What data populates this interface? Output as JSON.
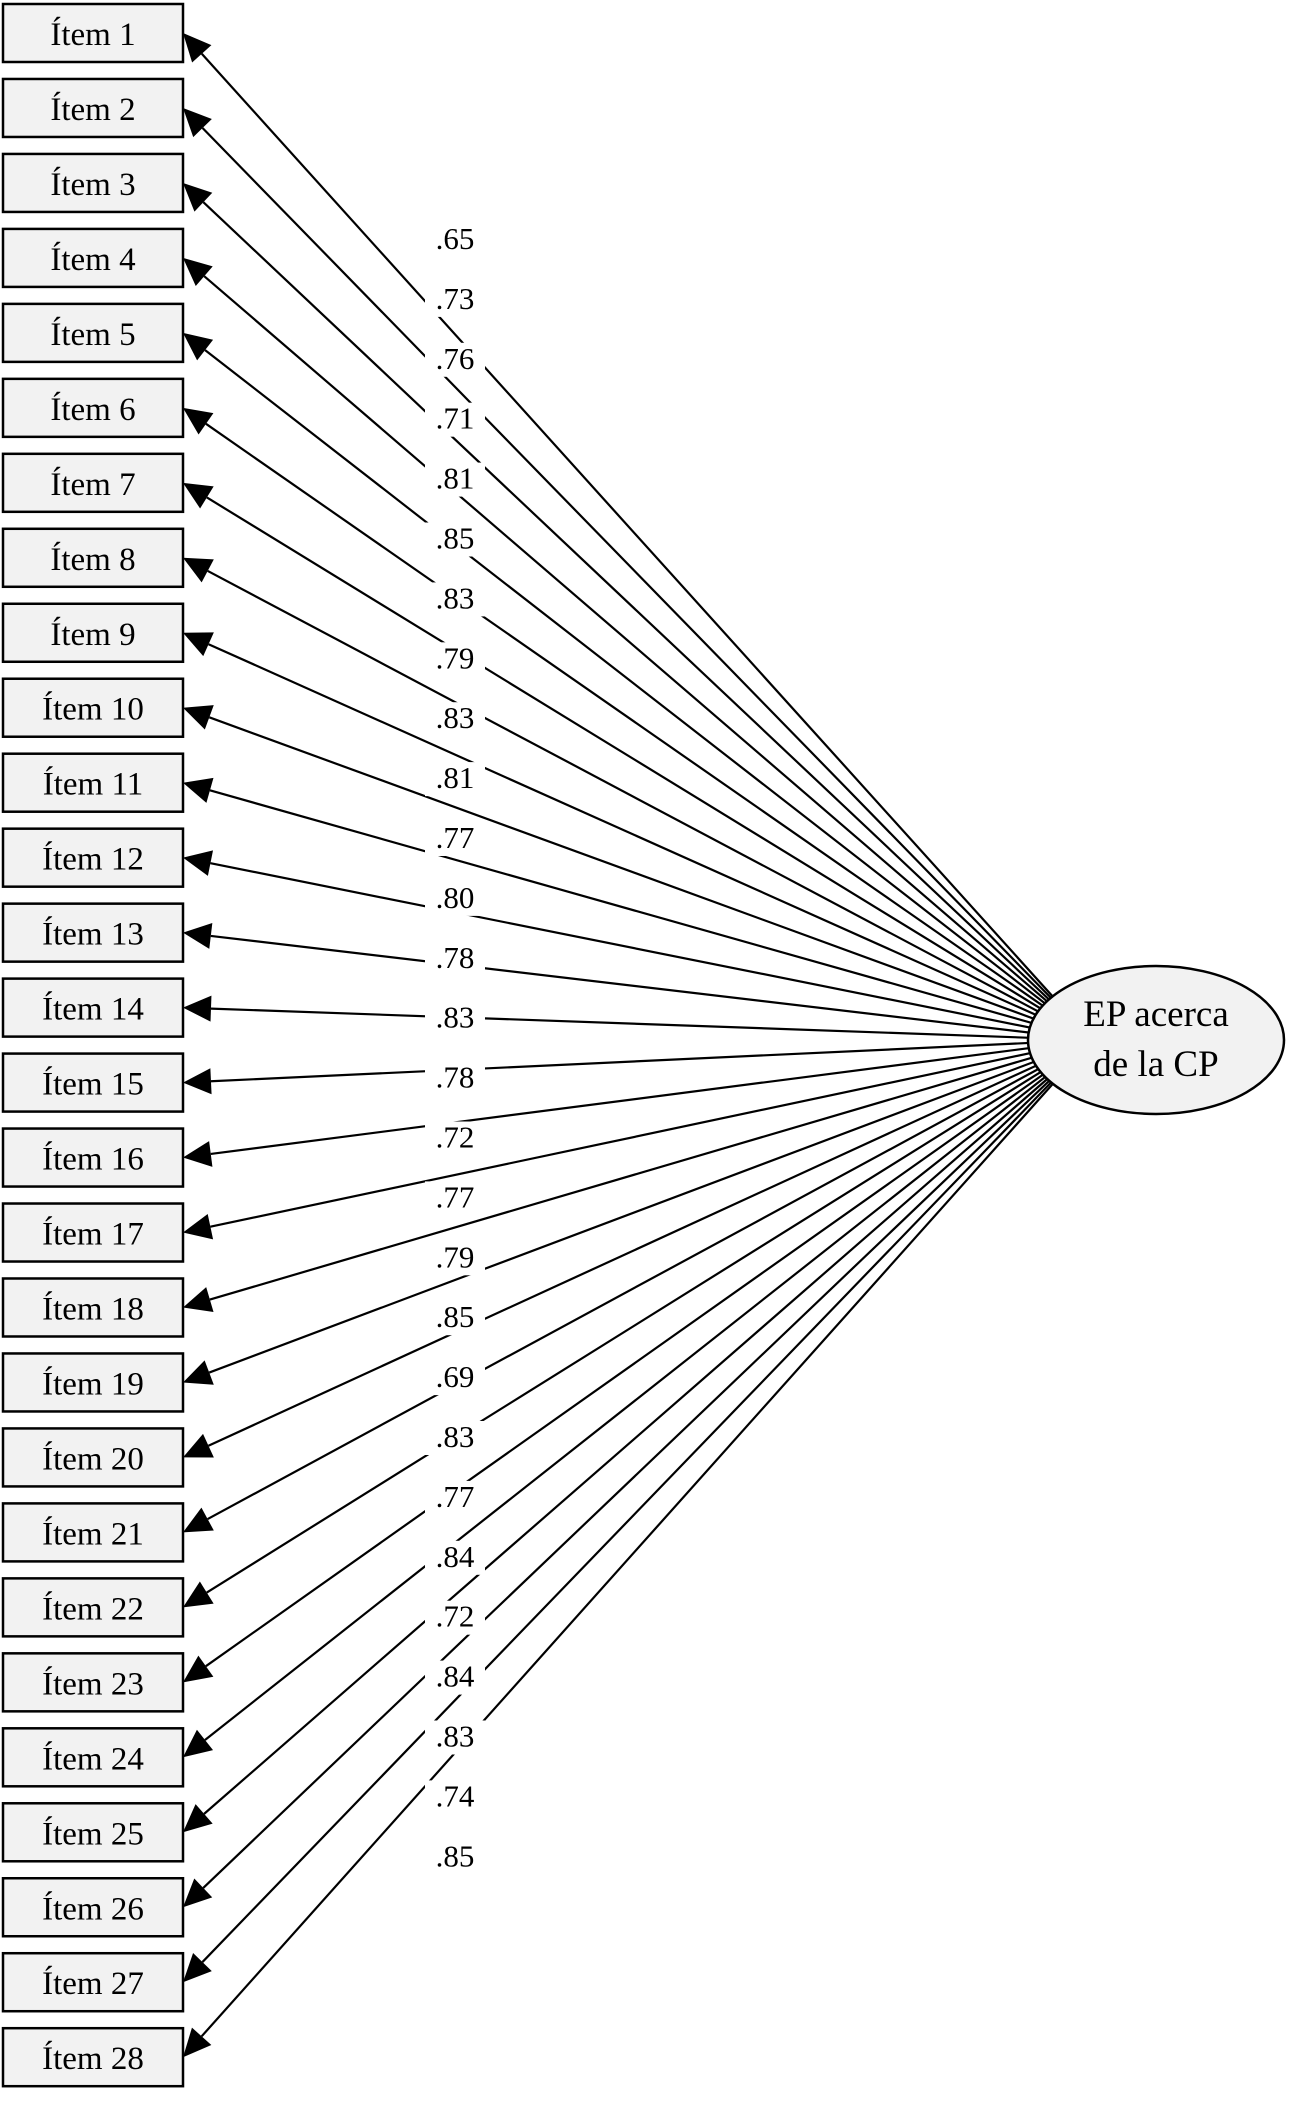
{
  "factor": {
    "label_line1": "EP acerca",
    "label_line2": "de la CP"
  },
  "items": [
    {
      "label": "Ítem 1",
      "loading": ".65"
    },
    {
      "label": "Ítem 2",
      "loading": ".73"
    },
    {
      "label": "Ítem 3",
      "loading": ".76"
    },
    {
      "label": "Ítem 4",
      "loading": ".71"
    },
    {
      "label": "Ítem 5",
      "loading": ".81"
    },
    {
      "label": "Ítem 6",
      "loading": ".85"
    },
    {
      "label": "Ítem 7",
      "loading": ".83"
    },
    {
      "label": "Ítem 8",
      "loading": ".79"
    },
    {
      "label": "Ítem 9",
      "loading": ".83"
    },
    {
      "label": "Ítem 10",
      "loading": ".81"
    },
    {
      "label": "Ítem 11",
      "loading": ".77"
    },
    {
      "label": "Ítem 12",
      "loading": ".80"
    },
    {
      "label": "Ítem 13",
      "loading": ".78"
    },
    {
      "label": "Ítem 14",
      "loading": ".83"
    },
    {
      "label": "Ítem 15",
      "loading": ".78"
    },
    {
      "label": "Ítem 16",
      "loading": ".72"
    },
    {
      "label": "Ítem 17",
      "loading": ".77"
    },
    {
      "label": "Ítem 18",
      "loading": ".79"
    },
    {
      "label": "Ítem 19",
      "loading": ".85"
    },
    {
      "label": "Ítem 20",
      "loading": ".69"
    },
    {
      "label": "Ítem 21",
      "loading": ".83"
    },
    {
      "label": "Ítem 22",
      "loading": ".77"
    },
    {
      "label": "Ítem 23",
      "loading": ".84"
    },
    {
      "label": "Ítem 24",
      "loading": ".72"
    },
    {
      "label": "Ítem 25",
      "loading": ".84"
    },
    {
      "label": "Ítem 26",
      "loading": ".83"
    },
    {
      "label": "Ítem 27",
      "loading": ".74"
    },
    {
      "label": "Ítem 28",
      "loading": ".85"
    }
  ]
}
